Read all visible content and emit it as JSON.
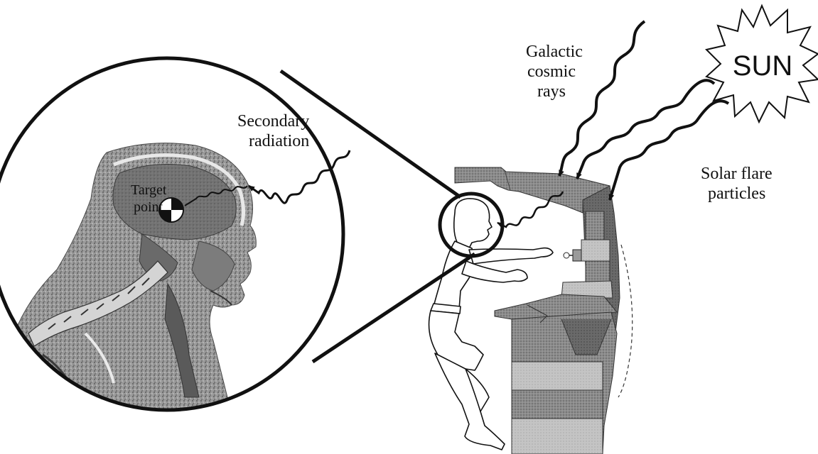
{
  "labels": {
    "sun": "SUN",
    "galactic_cosmic_rays": [
      "Galactic",
      "cosmic",
      "rays"
    ],
    "secondary_radiation": [
      "Secondary",
      "radiation"
    ],
    "solar_flare_particles": [
      "Solar flare",
      "particles"
    ],
    "target_point": [
      "Target",
      "point"
    ]
  },
  "colors": {
    "ink": "#111111",
    "skull_tissue": "#8a8a8a",
    "brain": "#6e6e6e",
    "spine": "#d8d8d8",
    "spacecraft_wall": "#7a7a7a",
    "spacecraft_dark": "#555555",
    "spacecraft_light": "#bdbdbd"
  }
}
